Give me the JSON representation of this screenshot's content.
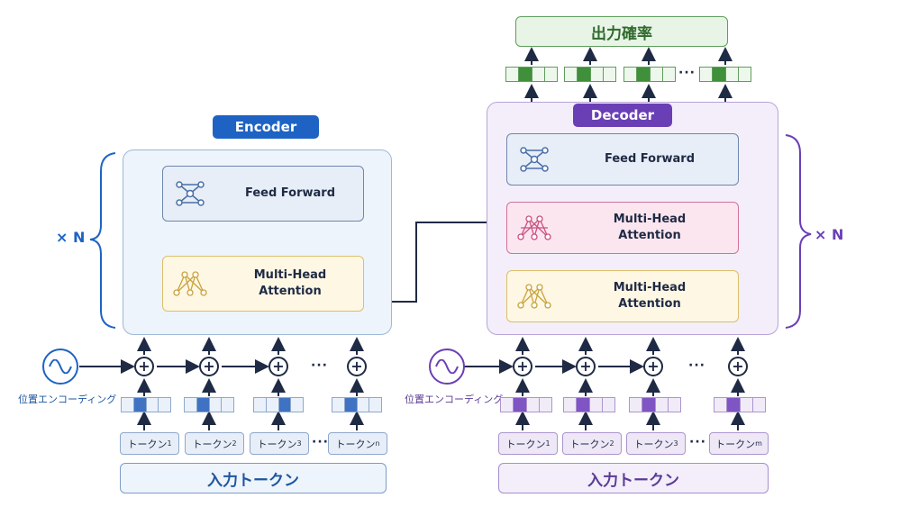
{
  "encoder": {
    "title": "Encoder",
    "feed_forward": "Feed Forward",
    "attention_line1": "Multi-Head",
    "attention_line2": "Attention",
    "repeat": "× N",
    "positional_encoding": "位置エンコーディング",
    "tokens": [
      {
        "base": "トークン",
        "sub": "1"
      },
      {
        "base": "トークン",
        "sub": "2"
      },
      {
        "base": "トークン",
        "sub": "3"
      },
      {
        "base": "トークン",
        "sub": "n"
      }
    ],
    "input_label": "入力トークン"
  },
  "decoder": {
    "title": "Decoder",
    "feed_forward": "Feed Forward",
    "cross_attention_line1": "Multi-Head",
    "cross_attention_line2": "Attention",
    "self_attention_line1": "Multi-Head",
    "self_attention_line2": "Attention",
    "repeat": "× N",
    "positional_encoding": "位置エンコーディング",
    "tokens": [
      {
        "base": "トークン",
        "sub": "1"
      },
      {
        "base": "トークン",
        "sub": "2"
      },
      {
        "base": "トークン",
        "sub": "3"
      },
      {
        "base": "トークン",
        "sub": "m"
      }
    ],
    "input_label": "入力トークン",
    "output_label": "出力確率"
  },
  "ellipsis": "···",
  "colors": {
    "encoder_accent": "#1e63c4",
    "decoder_accent": "#6a3fb5",
    "output_accent": "#3f8f3b",
    "arrow": "#1f2a44"
  }
}
